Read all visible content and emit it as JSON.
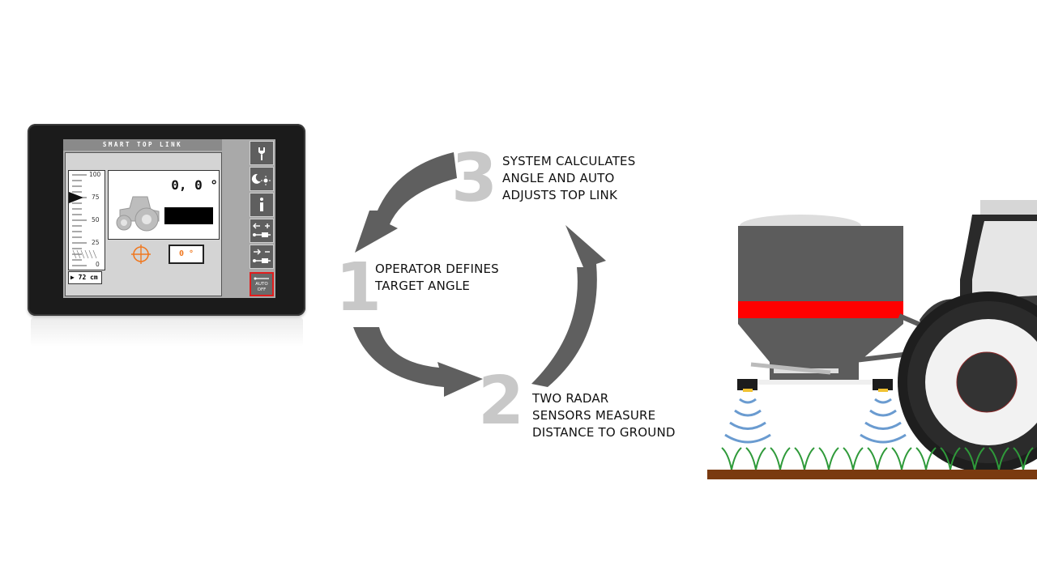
{
  "tablet": {
    "screen_title": "SMART TOP LINK",
    "angle_readout": "0, 0 °",
    "target_angle": "0 °",
    "working_width": "▶ 72 cm",
    "gauge_ticks": [
      "100",
      "75",
      "50",
      "25",
      "0"
    ],
    "sidebar_buttons": [
      {
        "icon": "wrench-icon"
      },
      {
        "icon": "day-night-icon"
      },
      {
        "icon": "info-icon"
      },
      {
        "icon": "lengthen-top-link-icon"
      },
      {
        "icon": "shorten-top-link-icon"
      }
    ],
    "auto_button": {
      "line1": "AUTO",
      "line2": "OFF"
    }
  },
  "cycle": {
    "step1": {
      "number": "1",
      "lines": [
        "OPERATOR DEFINES",
        "TARGET ANGLE"
      ]
    },
    "step2": {
      "number": "2",
      "lines": [
        "TWO RADAR",
        "SENSORS MEASURE",
        "DISTANCE TO GROUND"
      ]
    },
    "step3": {
      "number": "3",
      "lines": [
        "SYSTEM CALCULATES",
        "ANGLE AND AUTO",
        "ADJUSTS TOP LINK"
      ]
    }
  },
  "colors": {
    "arrow": "#5f5f5f",
    "step_number": "#c8c8c8",
    "hopper": "#5c5c5c",
    "hopper_band": "#ff0000",
    "soil": "#7a3a10",
    "plant": "#2f9a3a",
    "radar_wave": "#6a9bd0",
    "target_orange": "#f07820"
  }
}
